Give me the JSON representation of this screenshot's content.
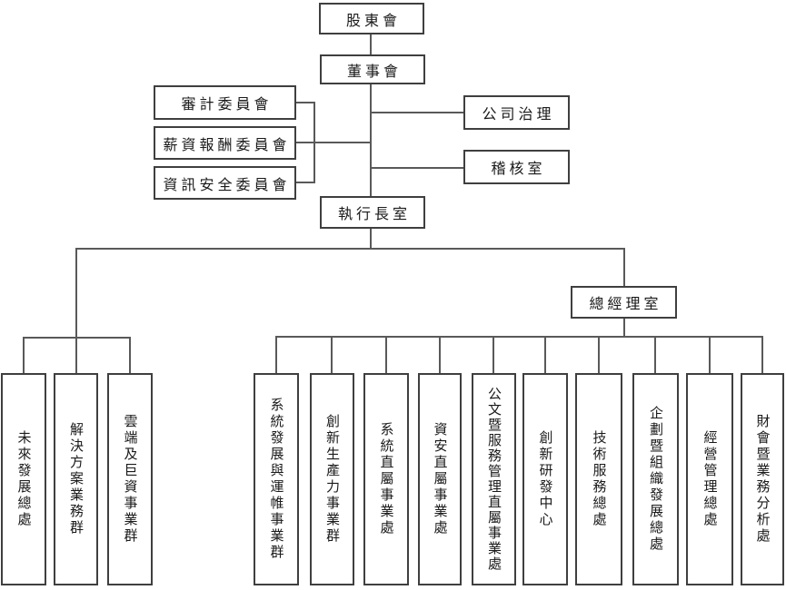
{
  "diagram": {
    "type": "org-chart",
    "nodes": {
      "shareholders": "股東會",
      "board": "董事會",
      "committees": [
        "審計委員會",
        "薪資報酬委員會",
        "資訊安全委員會"
      ],
      "governance": "公司治理",
      "audit_office": "稽核室",
      "ceo_office": "執行長室",
      "gm_office": "總經理室",
      "left_units": [
        "未來發展總處",
        "解決方案業務群",
        "雲端及巨資事業群"
      ],
      "gm_units": [
        "系統發展與運帷事業群",
        "創新生產力事業群",
        "系統直屬事業處",
        "資安直屬事業處",
        "公文暨服務管理直屬事業處",
        "創新研發中心",
        "技術服務總處",
        "企劃暨組織發展總處",
        "經營管理總處",
        "財會暨業務分析處"
      ]
    },
    "colors": {
      "background": "#ffffff",
      "box_border": "#3f3f3f",
      "connector": "#595959",
      "text": "#1a1a1a"
    }
  }
}
